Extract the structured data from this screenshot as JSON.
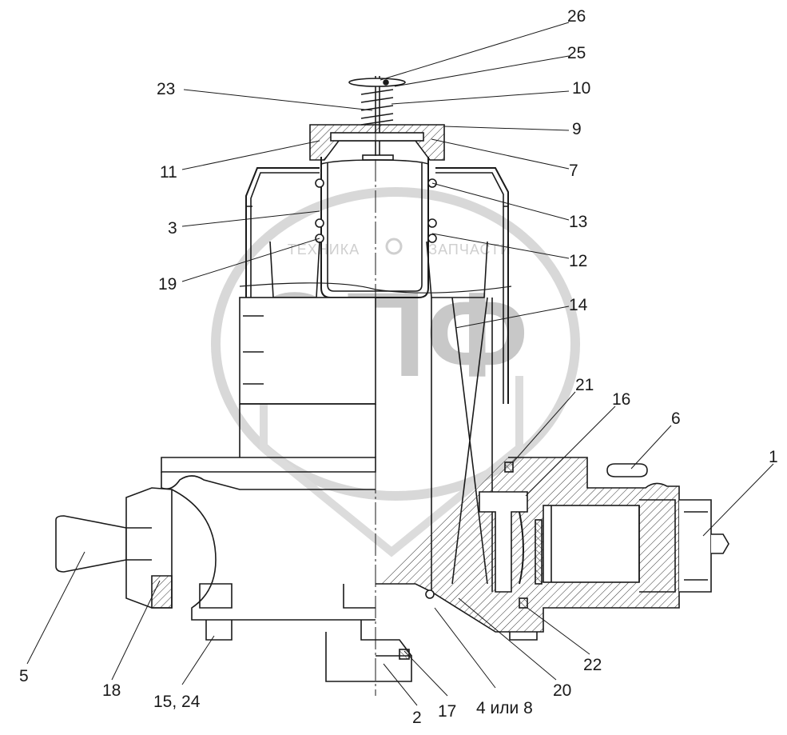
{
  "watermark": {
    "brand": "ЭПФ",
    "left_text": "ТЕХНИКА",
    "right_text": "ЗАПЧАСТИ"
  },
  "callouts": [
    {
      "id": "26",
      "text": "26"
    },
    {
      "id": "25",
      "text": "25"
    },
    {
      "id": "23",
      "text": "23"
    },
    {
      "id": "10",
      "text": "10"
    },
    {
      "id": "9",
      "text": "9"
    },
    {
      "id": "11",
      "text": "11"
    },
    {
      "id": "7",
      "text": "7"
    },
    {
      "id": "3",
      "text": "3"
    },
    {
      "id": "13",
      "text": "13"
    },
    {
      "id": "12",
      "text": "12"
    },
    {
      "id": "19",
      "text": "19"
    },
    {
      "id": "14",
      "text": "14"
    },
    {
      "id": "21",
      "text": "21"
    },
    {
      "id": "16",
      "text": "16"
    },
    {
      "id": "6",
      "text": "6"
    },
    {
      "id": "1",
      "text": "1"
    },
    {
      "id": "5",
      "text": "5"
    },
    {
      "id": "18",
      "text": "18"
    },
    {
      "id": "15_24",
      "text": "15, 24"
    },
    {
      "id": "2",
      "text": "2"
    },
    {
      "id": "17",
      "text": "17"
    },
    {
      "id": "4_8",
      "text": "4 или 8"
    },
    {
      "id": "20",
      "text": "20"
    },
    {
      "id": "22",
      "text": "22"
    }
  ]
}
